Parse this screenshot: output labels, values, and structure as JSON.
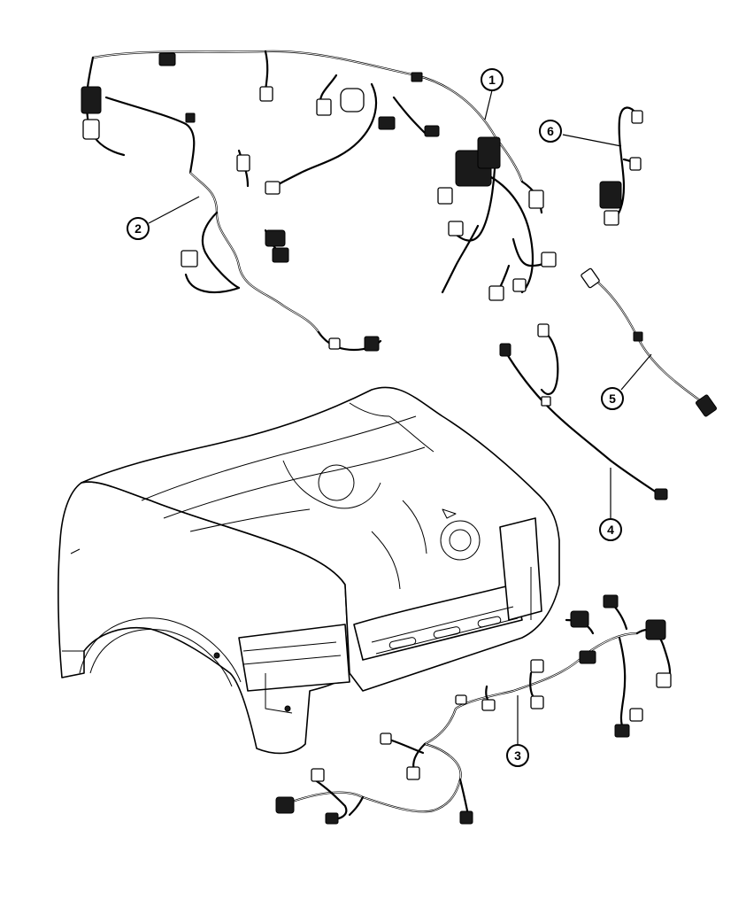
{
  "callouts": [
    {
      "id": "c1",
      "label": "1"
    },
    {
      "id": "c2",
      "label": "2"
    },
    {
      "id": "c3",
      "label": "3"
    },
    {
      "id": "c4",
      "label": "4"
    },
    {
      "id": "c5",
      "label": "5"
    },
    {
      "id": "c6",
      "label": "6"
    }
  ],
  "colors": {
    "line": "#000000",
    "background": "#ffffff"
  }
}
